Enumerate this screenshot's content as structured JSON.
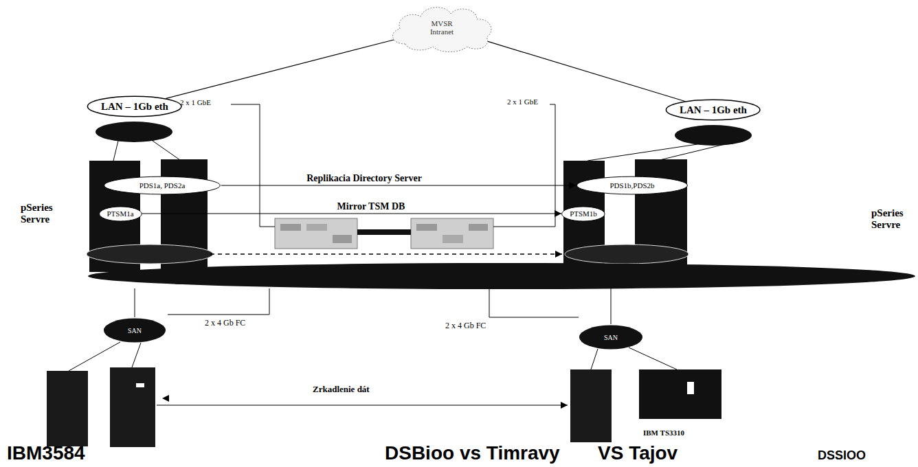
{
  "diagram": {
    "nodes": [
      {
        "text": [
          "MVSR Intranet"
        ]
      },
      {
        "text": [
          "LAN – 1Gb eth"
        ]
      },
      {
        "text": [
          "LAN – 1Gb eth"
        ]
      },
      {
        "text": [
          "pSeries Servre"
        ]
      },
      {
        "text": [
          "PDS1a, PDS2a"
        ],
        "in": 3
      },
      {
        "text": [
          "PTSM1a"
        ],
        "in": 3
      },
      {
        "text": [
          "pSeries Servre"
        ]
      },
      {
        "text": [
          "PDS1b,PDS2b"
        ],
        "in": 6
      },
      {
        "text": [
          "PTSM1b"
        ],
        "in": 6
      },
      {
        "text": [
          "SAN"
        ]
      },
      {
        "text": [
          "SAN"
        ]
      },
      {
        "text": [
          "IBM TS3310"
        ]
      }
    ],
    "edges": [
      {
        "from": 0,
        "to": 1,
        "arrow": "none"
      },
      {
        "from": 0,
        "to": 2,
        "arrow": "none"
      },
      {
        "from": 4,
        "to": 7,
        "label": "Replikacia Directory Server",
        "arrow": "to"
      },
      {
        "from": 5,
        "to": 8,
        "label": "Mirror TSM DB",
        "arrow": "to"
      },
      {
        "from": 3,
        "to": 6,
        "arrow": "to"
      }
    ],
    "labels": [
      "2 x 1 GbE",
      "2 x 1 GbE",
      "2 x 4 Gb FC",
      "2 x 4 Gb FC",
      "Zrkadlenie dát",
      "IBM3584",
      "DSBioo vs Timravy",
      "VS Tajov",
      "DSSIOO"
    ]
  }
}
